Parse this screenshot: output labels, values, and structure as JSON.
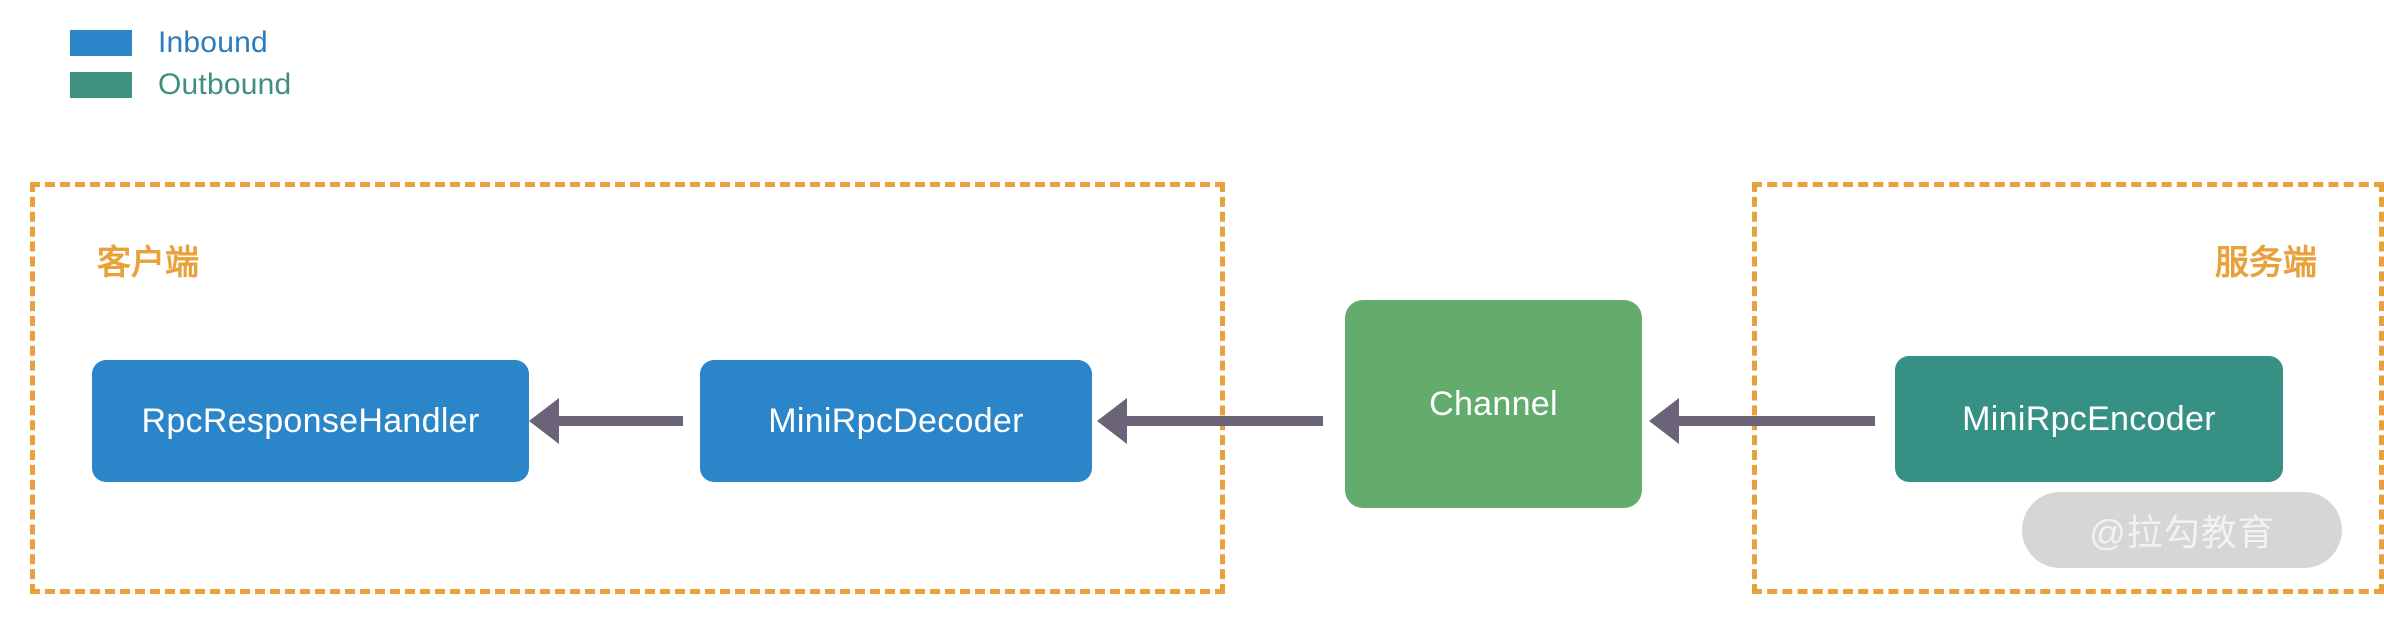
{
  "legend": {
    "items": [
      {
        "label": "Inbound",
        "color": "#2b85c9",
        "text_color": "#2b7cbc"
      },
      {
        "label": "Outbound",
        "color": "#3f927f",
        "text_color": "#3f8f7d"
      }
    ]
  },
  "zones": [
    {
      "title": "客户端",
      "border_color": "#e9a13b",
      "style": "dashed"
    },
    {
      "title": "服务端",
      "border_color": "#e9a13b",
      "style": "dashed"
    }
  ],
  "nodes": [
    {
      "label": "RpcResponseHandler",
      "color": "#2b85c9",
      "kind": "inbound"
    },
    {
      "label": "MiniRpcDecoder",
      "color": "#2b85c9",
      "kind": "inbound"
    },
    {
      "label": "Channel",
      "color": "#63ac6d",
      "kind": "channel"
    },
    {
      "label": "MiniRpcEncoder",
      "color": "#369184",
      "kind": "outbound"
    }
  ],
  "arrows": [
    {
      "from": "MiniRpcDecoder",
      "to": "RpcResponseHandler",
      "direction": "left",
      "color": "#6b6478"
    },
    {
      "from": "Channel",
      "to": "MiniRpcDecoder",
      "direction": "left",
      "color": "#6b6478"
    },
    {
      "from": "MiniRpcEncoder",
      "to": "Channel",
      "direction": "left",
      "color": "#6b6478"
    }
  ],
  "watermark": {
    "text": "@拉勾教育",
    "background": "#d6d6d6",
    "text_color": "#f2f2f2"
  }
}
